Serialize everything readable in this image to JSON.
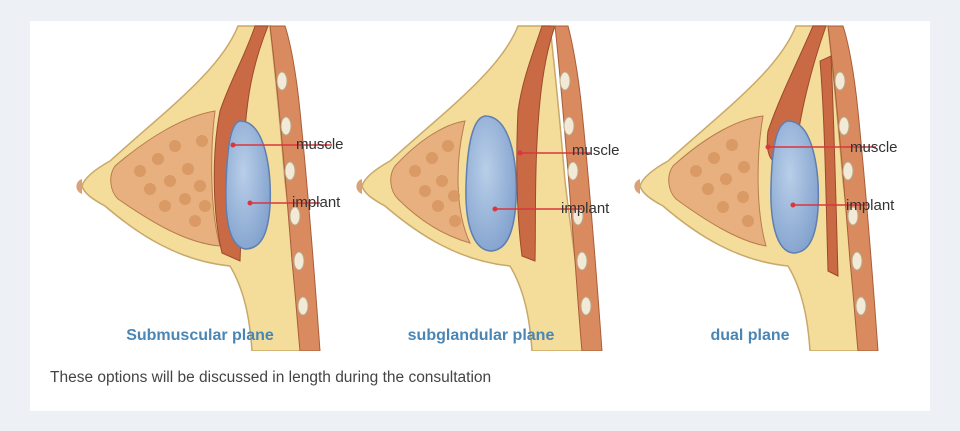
{
  "colors": {
    "background": "#edf0f4",
    "card": "#ffffff",
    "caption": "#4a86b5",
    "fat": "#f4dd9a",
    "gland": "#e7b07e",
    "muscle": "#c96a45",
    "implant": "#8fb0d8",
    "pointer": "#d9363e"
  },
  "panels": [
    {
      "caption": "Submuscular plane",
      "muscle_label": "muscle",
      "implant_label": "implant"
    },
    {
      "caption": "subglandular plane",
      "muscle_label": "muscle",
      "implant_label": "implant"
    },
    {
      "caption": "dual plane",
      "muscle_label": "muscle",
      "implant_label": "implant"
    }
  ],
  "footer_note": "These options will be discussed in length during the consultation"
}
